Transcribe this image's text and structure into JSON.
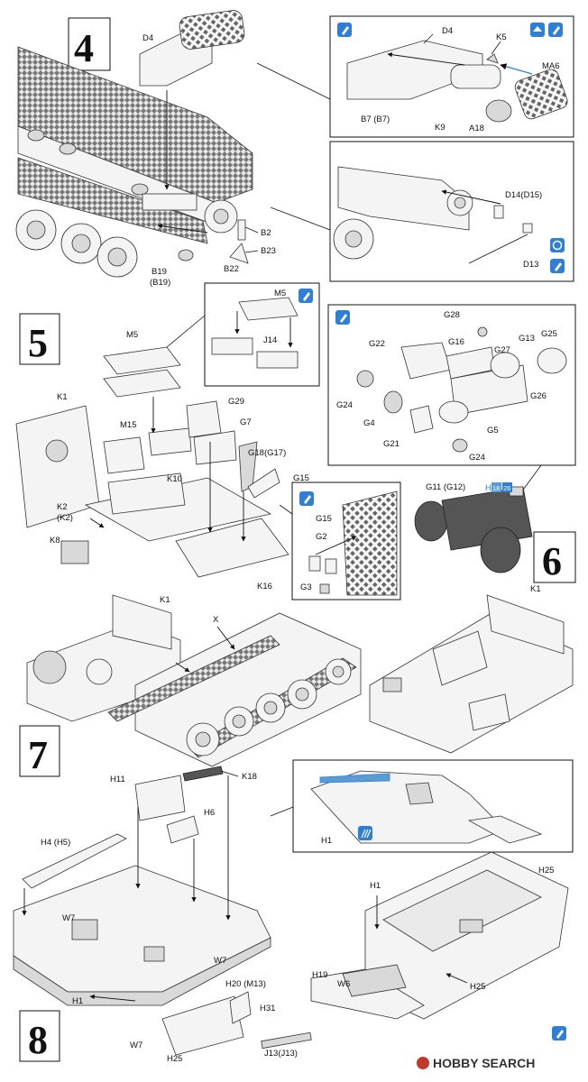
{
  "steps": [
    "4",
    "5",
    "6",
    "7",
    "8"
  ],
  "step4": {
    "labels": [
      "D4",
      "B2",
      "B23",
      "B22",
      "B19",
      "(B19)"
    ],
    "callout_top": [
      "D4",
      "K5",
      "MA6",
      "B7 (B7)",
      "K9",
      "A18"
    ],
    "callout_bottom": [
      "D14(D15)",
      "D13"
    ]
  },
  "step5": {
    "labels": [
      "M5",
      "K1",
      "M15",
      "G29",
      "G7",
      "K10",
      "G18(G17)",
      "G15",
      "K2",
      "(K2)",
      "K8",
      "K16"
    ],
    "callout_m5": [
      "M5",
      "J14"
    ],
    "callout_g15": [
      "G15",
      "G2",
      "G3"
    ]
  },
  "step6": {
    "labels": [
      "G11 (G12)",
      "H",
      "18",
      "26"
    ],
    "callout": [
      "G28",
      "G22",
      "G16",
      "G27",
      "G13",
      "G25",
      "G24",
      "G4",
      "G21",
      "G26",
      "G5",
      "G24"
    ]
  },
  "step7": {
    "labels": [
      "K1",
      "X",
      "K1"
    ]
  },
  "step8": {
    "labels": [
      "H11",
      "K18",
      "H6",
      "H4 (H5)",
      "W7",
      "W7",
      "H20 (M13)",
      "H31",
      "H1",
      "W7",
      "H25",
      "J13(J13)"
    ],
    "callout": [
      "H1",
      "H25",
      "H1",
      "H19",
      "W6",
      "H25"
    ]
  },
  "watermark": "HOBBY SEARCH",
  "colors": {
    "accent_blue": "#2f7fd6",
    "tab_blue": "#5b9bd5",
    "ink": "#111111"
  },
  "icons": [
    "glue-icon",
    "photo-etch-icon",
    "rotate-icon",
    "decal-icon"
  ]
}
